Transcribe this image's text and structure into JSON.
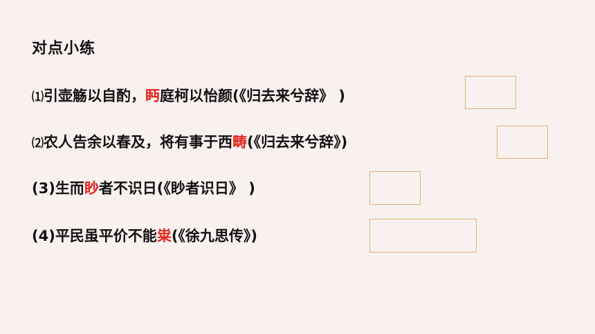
{
  "heading": "对点小练",
  "items": [
    {
      "num": "⑴",
      "before": "引壶觞以自酌，",
      "highlight": "眄",
      "after": "庭柯以怡颜(《归去来兮辞》 )"
    },
    {
      "num": "⑵",
      "before": "农人告余以春及，将有事于西",
      "highlight": "畴",
      "after": "(《归去来兮辞》)"
    },
    {
      "num": "(3)",
      "before": "生而",
      "highlight": "眇",
      "after": "者不识日(《眇者识日》 )"
    },
    {
      "num": "(4)",
      "before": "平民虽平价不能",
      "highlight": "粜",
      "after": "(《徐九思传》)"
    }
  ],
  "colors": {
    "background": "#f8f1ef",
    "highlight": "#e0261d",
    "box_border": "#e2b070"
  }
}
